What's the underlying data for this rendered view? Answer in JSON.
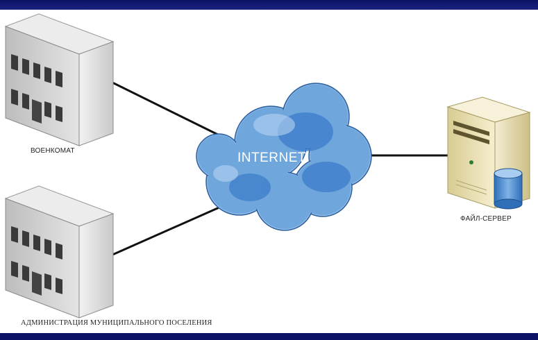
{
  "nodes": {
    "voenkomat": {
      "label": "ВОЕНКОМАТ"
    },
    "admin": {
      "label": "АДМИНИСТРАЦИЯ МУНИЦИПАЛЬНОГО ПОСЕЛЕНИЯ"
    },
    "cloud": {
      "label": "INTERNET"
    },
    "server": {
      "label": "ФАЙЛ-СЕРВЕР"
    }
  },
  "colors": {
    "frame": "#0b1264",
    "cloud_fill": "#5f98d4",
    "building": "#d9d9d9",
    "server_case": "#eee4b8"
  },
  "icons": [
    "building-icon",
    "cloud-icon",
    "server-icon",
    "database-icon"
  ]
}
